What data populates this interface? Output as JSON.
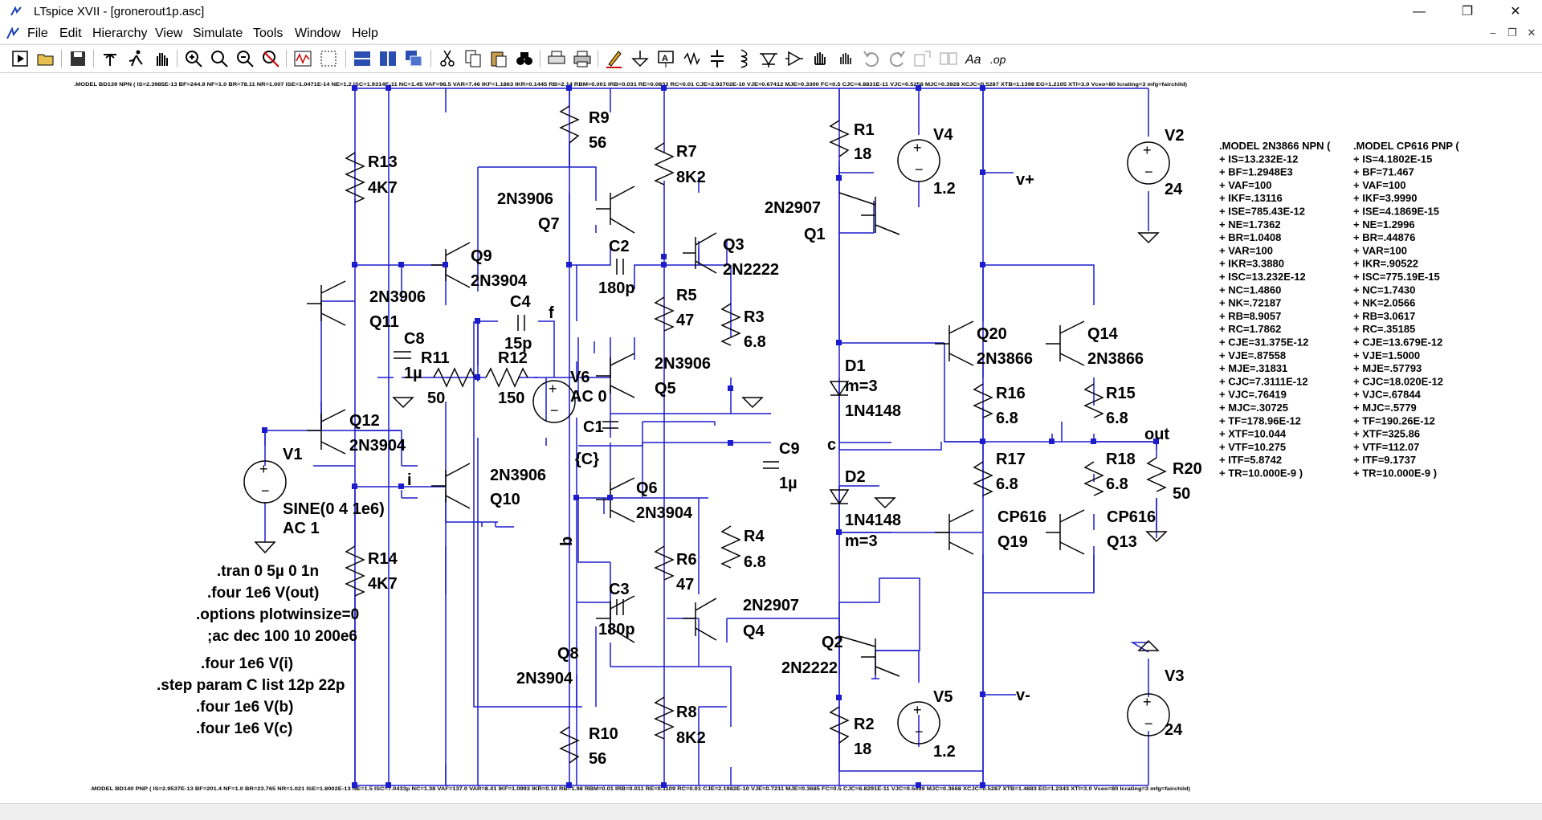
{
  "window": {
    "title": "LTspice XVII - [gronerout1p.asc]",
    "min": "—",
    "max": "❐",
    "close": "✕"
  },
  "menu": [
    "File",
    "Edit",
    "Hierarchy",
    "View",
    "Simulate",
    "Tools",
    "Window",
    "Help"
  ],
  "mdi": {
    "min": "–",
    "restore": "❐",
    "close": "✕"
  },
  "toolbar_icons": [
    "run-icon",
    "open-icon",
    "save-icon",
    "control-panel-icon",
    "run-man-icon",
    "pan-hand-icon",
    "zoom-in-icon",
    "zoom-fit-icon",
    "zoom-out-icon",
    "zoom-cancel-icon",
    "waveform-icon",
    "tile-h-icon",
    "tile-v-icon",
    "cascade-icon",
    "cut-icon",
    "copy-icon",
    "paste-icon",
    "find-icon",
    "print-setup-icon",
    "print-icon",
    "pencil-icon",
    "ground-icon",
    "label-icon",
    "resistor-icon",
    "capacitor-icon",
    "inductor-icon",
    "diode-icon",
    "component-icon",
    "move-hand-icon",
    "drag-hand-icon",
    "undo-icon",
    "redo-icon",
    "rotate-icon",
    "mirror-icon",
    "text-icon",
    "spice-directive-icon"
  ],
  "text_icon_label": "Aa",
  "op_icon_label": ".op",
  "schematic": {
    "model_top": ".MODEL BD139 NPN ( IS=2.3985E-13 BF=244.9 NF=1.0 BR=78.11 NR=1.007 ISE=1.0471E-14 NE=1.2 ISC=1.9314E-11 NC=1.45 VAF=98.5 VAR=7.46 IKF=1.1863 IKR=0.1445 RB=2.14 RBM=0.001 IRB=0.031 RE=0.0832 RC=0.01 CJE=2.92702E-10 VJE=0.67412 MJE=0.3300 FC=0.5 CJC=4.8831E-11 VJC=0.5258 MJC=0.3928 XCJC=0.5287 XTB=1.1398 EG=1.2105 XTI=3.0 Vceo=80 Icrating=3 mfg=fairchild)",
    "model_bottom": ".MODEL BD140 PNP ( IS=2.9537E-13 BF=201.4 NF=1.0 BR=23.765 NR=1.021 ISE=1.8002E-13 NE=1.5 ISC=7.0433p NC=1.38 VAF=137.0 VAR=8.41 IKF=1.0993 IKR=0.10 RB=1.98 RBM=0.01 IRB=0.011 RE=0.1109 RC=0.01 CJE=2.1982E-10 VJE=0.7211 MJE=0.3685 FC=0.5 CJC=6.8291E-11 VJC=0.5499 MJC=0.3668 XCJC=0.5287 XTB=1.4883 EG=1.2343 XTI=3.0 Vceo=80 Icrating=3 mfg=fairchild)",
    "labels": {
      "R13": "R13",
      "R13v": "4K7",
      "R14": "R14",
      "R14v": "4K7",
      "R9": "R9",
      "R9v": "56",
      "R10": "R10",
      "R10v": "56",
      "R7": "R7",
      "R7v": "8K2",
      "R8": "R8",
      "R8v": "8K2",
      "R5": "R5",
      "R5v": "47",
      "R6": "R6",
      "R6v": "47",
      "R3": "R3",
      "R3v": "6.8",
      "R4": "R4",
      "R4v": "6.8",
      "R1": "R1",
      "R1v": "18",
      "R2": "R2",
      "R2v": "18",
      "R11": "R11",
      "R11v": "50",
      "R12": "R12",
      "R12v": "150",
      "R16": "R16",
      "R16v": "6.8",
      "R15": "R15",
      "R15v": "6.8",
      "R17": "R17",
      "R17v": "6.8",
      "R18": "R18",
      "R18v": "6.8",
      "R20": "R20",
      "R20v": "50",
      "C2": "C2",
      "C2v": "180p",
      "C3": "C3",
      "C3v": "180p",
      "C4": "C4",
      "C4v": "15p",
      "C8": "C8",
      "C8v": "1µ",
      "C1": "C1",
      "C1v": "{C}",
      "C9": "C9",
      "C9v": "1µ",
      "V1": "V1",
      "V1sine": "SINE(0 4 1e6)",
      "V1ac": "AC 1",
      "V2": "V2",
      "V2v": "24",
      "V3": "V3",
      "V3v": "24",
      "V4": "V4",
      "V4v": "1.2",
      "V5": "V5",
      "V5v": "1.2",
      "V6": "V6",
      "V6v": "AC 0",
      "Q1": "Q1",
      "Q1t": "2N2907",
      "Q2": "Q2",
      "Q2t": "2N2222",
      "Q3": "Q3",
      "Q3t": "2N2222",
      "Q4": "Q4",
      "Q4t": "2N2907",
      "Q5": "Q5",
      "Q5t": "2N3906",
      "Q6": "Q6",
      "Q6t": "2N3904",
      "Q7": "Q7",
      "Q7t": "2N3906",
      "Q8": "Q8",
      "Q8t": "2N3904",
      "Q9": "Q9",
      "Q9t": "2N3904",
      "Q10": "Q10",
      "Q10t": "2N3906",
      "Q11": "Q11",
      "Q11t": "2N3906",
      "Q12": "Q12",
      "Q12t": "2N3904",
      "Q13": "Q13",
      "Q13t": "CP616",
      "Q14": "Q14",
      "Q14t": "2N3866",
      "Q19": "Q19",
      "Q19t": "CP616",
      "Q20": "Q20",
      "Q20t": "2N3866",
      "D1": "D1",
      "D1m": "m=3",
      "D1t": "1N4148",
      "D2": "D2",
      "D2m": "m=3",
      "D2t": "1N4148",
      "net_vplus": "v+",
      "net_vminus": "v-",
      "net_out": "out",
      "net_f": "f",
      "net_c": "c",
      "net_b": "b",
      "net_i": "i"
    },
    "directives": [
      ".tran 0 5µ 0 1n",
      ".four 1e6 V(out)",
      ".options plotwinsize=0",
      ";ac dec 100 10 200e6",
      ".four 1e6 V(i)",
      ".step param C list 12p 22p",
      ".four 1e6 V(b)",
      ".four 1e6 V(c)"
    ],
    "model_2n3866": [
      ".MODEL 2N3866  NPN (",
      "+ IS=13.232E-12",
      "+ BF=1.2948E3",
      "+ VAF=100",
      "+ IKF=.13116",
      "+ ISE=785.43E-12",
      "+ NE=1.7362",
      "+ BR=1.0408",
      "+ VAR=100",
      "+ IKR=3.3880",
      "+ ISC=13.232E-12",
      "+ NC=1.4860",
      "+ NK=.72187",
      "+ RB=8.9057",
      "+ RC=1.7862",
      "+ CJE=31.375E-12",
      "+ VJE=.87558",
      "+ MJE=.31831",
      "+ CJC=7.3111E-12",
      "+ VJC=.76419",
      "+ MJC=.30725",
      "+ TF=178.96E-12",
      "+ XTF=10.044",
      "+ VTF=10.275",
      "+ ITF=5.8742",
      "+ TR=10.000E-9 )"
    ],
    "model_cp616": [
      ".MODEL CP616  PNP (",
      "+ IS=4.1802E-15",
      "+ BF=71.467",
      "+ VAF=100",
      "+ IKF=3.9990",
      "+ ISE=4.1869E-15",
      "+ NE=1.2996",
      "+ BR=.44876",
      "+ VAR=100",
      "+ IKR=.90522",
      "+ ISC=775.19E-15",
      "+ NC=1.7430",
      "+ NK=2.0566",
      "+ RB=3.0617",
      "+ RC=.35185",
      "+ CJE=13.679E-12",
      "+ VJE=1.5000",
      "+ MJE=.57793",
      "+ CJC=18.020E-12",
      "+ VJC=.67844",
      "+ MJC=.5779",
      "+ TF=190.26E-12",
      "+ XTF=325.86",
      "+ VTF=112.07",
      "+ ITF=9.1737",
      "+ TR=10.000E-9 )"
    ]
  },
  "colors": {
    "wire": "#1c1ccc",
    "component": "#000000",
    "text": "#000000"
  }
}
